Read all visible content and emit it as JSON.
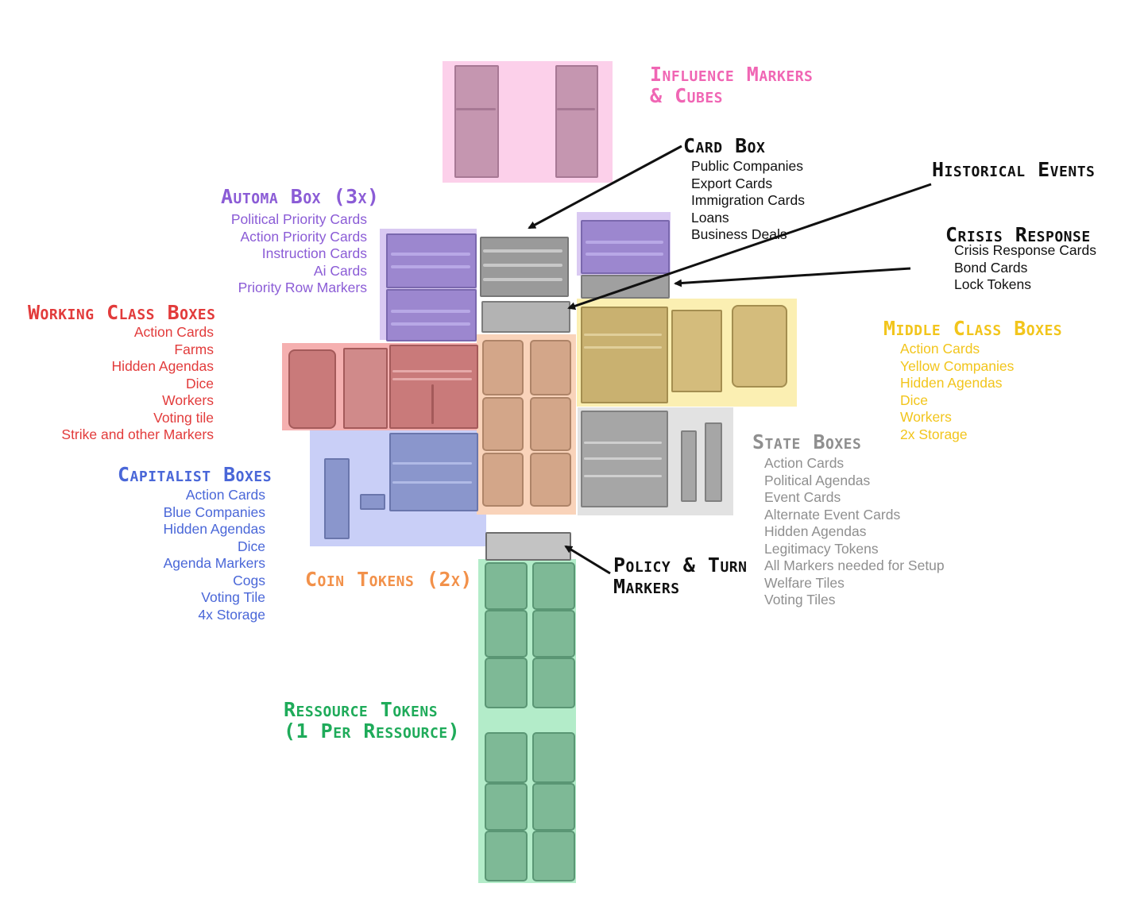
{
  "colors": {
    "influence": "#f066b4",
    "automa": "#8b5cd6",
    "working": "#e23b3b",
    "capitalist": "#4a67d8",
    "coin": "#f2914a",
    "resource": "#1fab5a",
    "middle": "#f2c51c",
    "state": "#8f8f8f",
    "black": "#111111"
  },
  "groups": {
    "influence": {
      "title_line1": "Influence Markers",
      "title_line2": "& Cubes"
    },
    "card_box": {
      "title": "Card Box",
      "items": [
        "Public Companies",
        "Export Cards",
        "Immigration Cards",
        "Loans",
        "Business Deals"
      ]
    },
    "historical": {
      "title": "Historical Events"
    },
    "crisis": {
      "title": "Crisis Response",
      "items": [
        "Crisis Response Cards",
        "Bond Cards",
        "Lock Tokens"
      ]
    },
    "automa": {
      "title": "Automa Box (3x)",
      "items": [
        "Political Priority Cards",
        "Action Priority Cards",
        "Instruction Cards",
        "Ai Cards",
        "Priority Row Markers"
      ]
    },
    "working": {
      "title": "Working Class Boxes",
      "items": [
        "Action Cards",
        "Farms",
        "Hidden Agendas",
        "Dice",
        "Workers",
        "Voting tile",
        "Strike and other Markers"
      ]
    },
    "capitalist": {
      "title": "Capitalist Boxes",
      "items": [
        "Action Cards",
        "Blue Companies",
        "Hidden Agendas",
        "Dice",
        "Agenda Markers",
        "Cogs",
        "Voting Tile",
        "4x Storage"
      ]
    },
    "coin": {
      "title": "Coin Tokens (2x)"
    },
    "resource": {
      "title_line1": "Ressource Tokens",
      "title_line2": "(1 Per Ressource)"
    },
    "middle": {
      "title": "Middle Class Boxes",
      "items": [
        "Action Cards",
        "Yellow Companies",
        "Hidden Agendas",
        "Dice",
        "Workers",
        "2x Storage"
      ]
    },
    "state": {
      "title": "State Boxes",
      "items": [
        "Action Cards",
        "Political Agendas",
        "Event Cards",
        "Alternate Event Cards",
        "Hidden Agendas",
        "Legitimacy Tokens",
        "All Markers needed for Setup",
        "Welfare Tiles",
        "Voting Tiles"
      ]
    },
    "policy": {
      "title_line1": "Policy & Turn",
      "title_line2": "Markers"
    }
  }
}
